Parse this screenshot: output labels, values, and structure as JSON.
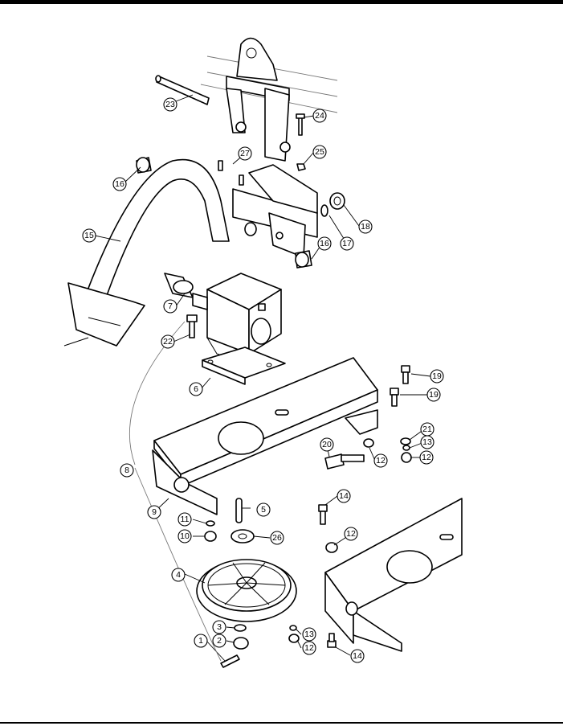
{
  "callouts": [
    {
      "id": "c23",
      "label": "23"
    },
    {
      "id": "c24",
      "label": "24"
    },
    {
      "id": "c25",
      "label": "25"
    },
    {
      "id": "c27",
      "label": "27"
    },
    {
      "id": "c16a",
      "label": "16"
    },
    {
      "id": "c18",
      "label": "18"
    },
    {
      "id": "c17",
      "label": "17"
    },
    {
      "id": "c16b",
      "label": "16"
    },
    {
      "id": "c15",
      "label": "15"
    },
    {
      "id": "c7",
      "label": "7"
    },
    {
      "id": "c22",
      "label": "22"
    },
    {
      "id": "c6",
      "label": "6"
    },
    {
      "id": "c19a",
      "label": "19"
    },
    {
      "id": "c19b",
      "label": "19"
    },
    {
      "id": "c21",
      "label": "21"
    },
    {
      "id": "c13a",
      "label": "13"
    },
    {
      "id": "c12a",
      "label": "12"
    },
    {
      "id": "c20",
      "label": "20"
    },
    {
      "id": "c12b",
      "label": "12"
    },
    {
      "id": "c8",
      "label": "8"
    },
    {
      "id": "c9",
      "label": "9"
    },
    {
      "id": "c5",
      "label": "5"
    },
    {
      "id": "c14a",
      "label": "14"
    },
    {
      "id": "c11",
      "label": "11"
    },
    {
      "id": "c10",
      "label": "10"
    },
    {
      "id": "c26",
      "label": "26"
    },
    {
      "id": "c12c",
      "label": "12"
    },
    {
      "id": "c4",
      "label": "4"
    },
    {
      "id": "c3",
      "label": "3"
    },
    {
      "id": "c2",
      "label": "2"
    },
    {
      "id": "c1",
      "label": "1"
    },
    {
      "id": "c13b",
      "label": "13"
    },
    {
      "id": "c12d",
      "label": "12"
    },
    {
      "id": "c14b",
      "label": "14"
    }
  ]
}
